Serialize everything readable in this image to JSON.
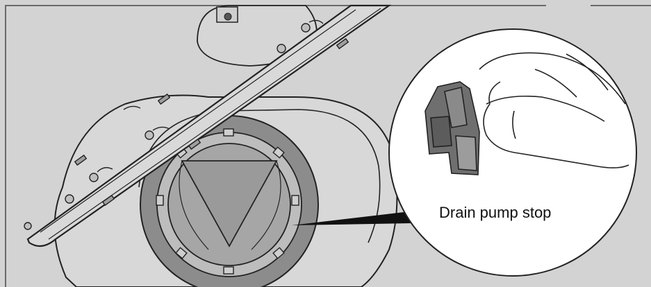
{
  "figure": {
    "callout_label": "Drain pump stop"
  },
  "colors": {
    "background": "#d3d3d3",
    "outline": "#222222",
    "spray_arm_fill": "#d9d9d9",
    "filter_ring_dark": "#8c8c8c",
    "filter_inner": "#a6a6a6",
    "zoom_circle_fill": "#ffffff",
    "drain_pump_stop_part": "#6f6f6f"
  },
  "icons": {
    "pointer": "callout-leader-line",
    "part": "drain-pump-stop-clip"
  }
}
